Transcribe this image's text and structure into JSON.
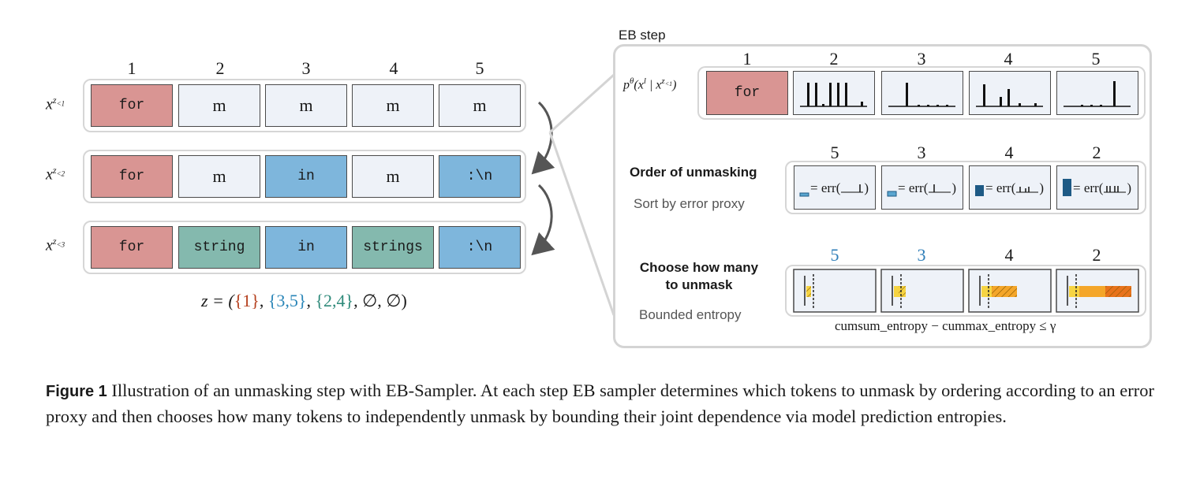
{
  "diagram": {
    "columns": [
      "1",
      "2",
      "3",
      "4",
      "5"
    ],
    "rows": [
      {
        "label": "x",
        "label_sup": "z",
        "label_sub": "<1",
        "tokens": [
          {
            "text": "for",
            "state": "unmasked-step1"
          },
          {
            "text": "m",
            "state": "mask"
          },
          {
            "text": "m",
            "state": "mask"
          },
          {
            "text": "m",
            "state": "mask"
          },
          {
            "text": "m",
            "state": "mask"
          }
        ]
      },
      {
        "label": "x",
        "label_sup": "z",
        "label_sub": "<2",
        "tokens": [
          {
            "text": "for",
            "state": "unmasked-step1"
          },
          {
            "text": "m",
            "state": "mask"
          },
          {
            "text": "in",
            "state": "unmasked-step2"
          },
          {
            "text": "m",
            "state": "mask"
          },
          {
            "text": ":\\n",
            "state": "unmasked-step2"
          }
        ]
      },
      {
        "label": "x",
        "label_sup": "z",
        "label_sub": "<3",
        "tokens": [
          {
            "text": "for",
            "state": "unmasked-step1"
          },
          {
            "text": "string",
            "state": "unmasked-step3"
          },
          {
            "text": "in",
            "state": "unmasked-step2"
          },
          {
            "text": "strings",
            "state": "unmasked-step3"
          },
          {
            "text": ":\\n",
            "state": "unmasked-step2"
          }
        ]
      }
    ],
    "z_equation": {
      "prefix": "z = (",
      "set1": "{1}",
      "set2": "{3,5}",
      "set3": "{2,4}",
      "suffix": ", ∅, ∅)"
    },
    "eb_step": {
      "title": "EB step",
      "prob_label": "p",
      "prob_label_sup": "θ",
      "prob_label_body": "(x",
      "prob_label_l": "l",
      "prob_label_mid": " | x",
      "prob_label_z": "z",
      "prob_label_sub": "<1",
      "prob_label_end": ")",
      "columns": [
        "1",
        "2",
        "3",
        "4",
        "5"
      ],
      "first_token": "for",
      "order": {
        "title": "Order of unmasking",
        "subtitle": "Sort by error proxy",
        "columns": [
          "5",
          "3",
          "4",
          "2"
        ],
        "eq_prefix": "= err(",
        "eq_suffix": ")"
      },
      "choose": {
        "title_line1": "Choose how many",
        "title_line2": "to unmask",
        "subtitle": "Bounded entropy",
        "columns": [
          "5",
          "3",
          "4",
          "2"
        ],
        "selected_columns": [
          "5",
          "3"
        ],
        "formula": "cumsum_entropy − cummax_entropy ≤ γ"
      }
    }
  },
  "caption": {
    "label": "Figure 1",
    "text": " Illustration of an unmasking step with EB-Sampler. At each step EB sampler determines which tokens to unmask by ordering according to an error proxy and then chooses how many tokens to independently unmask by bounding their joint dependence via model prediction entropies."
  },
  "colors": {
    "step1": "#d99593",
    "step2": "#7eb6dc",
    "step3": "#84b9ae",
    "mask": "#eef2f8",
    "selected_text": "#2f7eb8",
    "set1_text": "#b5401e",
    "set2_text": "#2a86b8",
    "set3_text": "#2e8a7a",
    "bar_dark": "#1e5a85",
    "bar_light": "#5aa6d0",
    "entropy_yellow": "#f6d442",
    "entropy_orange": "#f4a62a",
    "entropy_deep": "#e8731c"
  }
}
